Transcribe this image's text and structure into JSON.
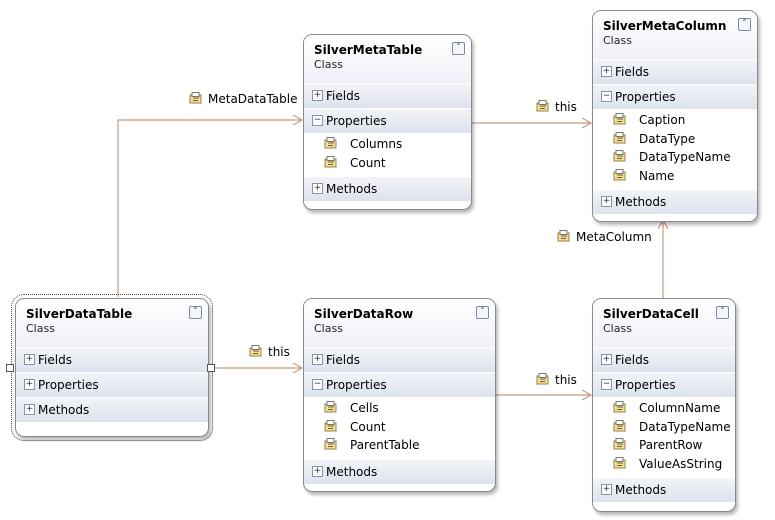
{
  "colors": {
    "connector": "#c89a7e",
    "border": "#8a8a8a",
    "header_bg": "#eef1f8",
    "section_bg": "#dde2ed"
  },
  "classes": {
    "SilverMetaTable": {
      "name": "SilverMetaTable",
      "kind": "Class",
      "fields": "Fields",
      "properties": "Properties",
      "methods": "Methods",
      "props": [
        "Columns",
        "Count"
      ]
    },
    "SilverMetaColumn": {
      "name": "SilverMetaColumn",
      "kind": "Class",
      "fields": "Fields",
      "properties": "Properties",
      "methods": "Methods",
      "props": [
        "Caption",
        "DataType",
        "DataTypeName",
        "Name"
      ]
    },
    "SilverDataTable": {
      "name": "SilverDataTable",
      "kind": "Class",
      "fields": "Fields",
      "properties": "Properties",
      "methods": "Methods"
    },
    "SilverDataRow": {
      "name": "SilverDataRow",
      "kind": "Class",
      "fields": "Fields",
      "properties": "Properties",
      "methods": "Methods",
      "props": [
        "Cells",
        "Count",
        "ParentTable"
      ]
    },
    "SilverDataCell": {
      "name": "SilverDataCell",
      "kind": "Class",
      "fields": "Fields",
      "properties": "Properties",
      "methods": "Methods",
      "props": [
        "ColumnName",
        "DataTypeName",
        "ParentRow",
        "ValueAsString"
      ]
    }
  },
  "associations": {
    "metadatatable": "MetaDataTable",
    "meta_this": "this",
    "metacolumn": "MetaColumn",
    "table_row_this": "this",
    "row_cell_this": "this"
  },
  "icons": {
    "collapse": "double-chevron-up-icon",
    "expand": "plus-box-icon",
    "collapse_section": "minus-box-icon",
    "property": "property-icon"
  }
}
